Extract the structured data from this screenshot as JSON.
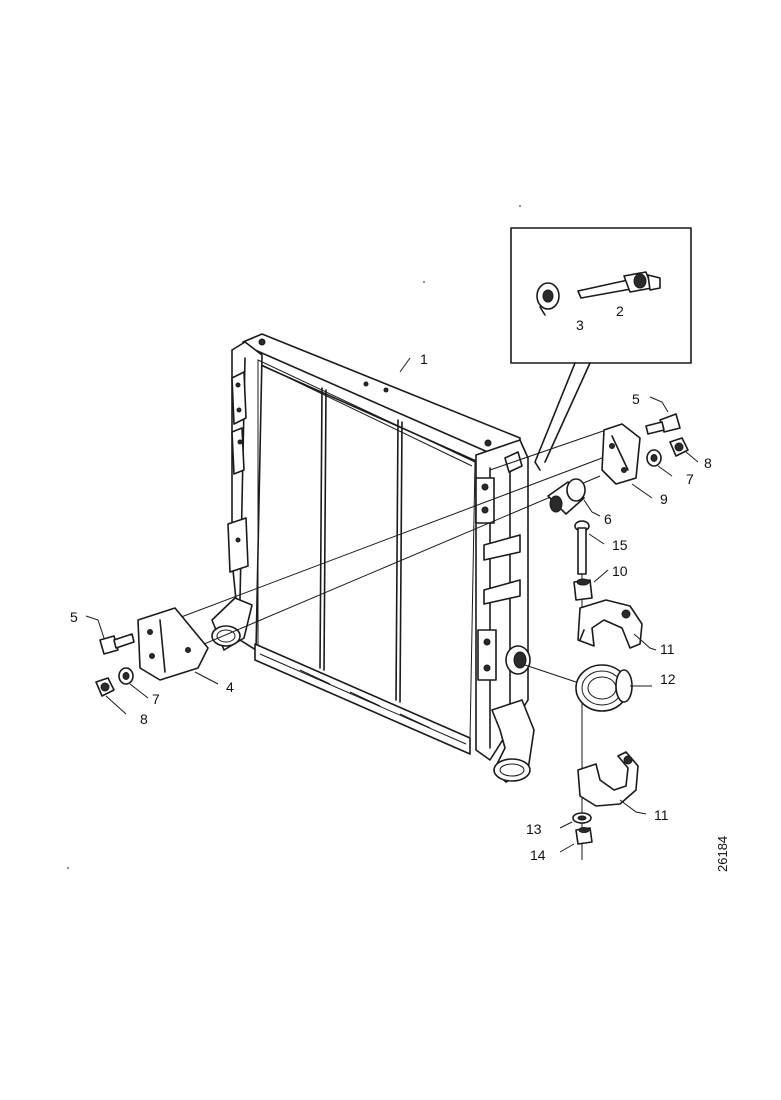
{
  "drawing_number": "26184",
  "callouts": [
    {
      "id": "c1",
      "text": "1"
    },
    {
      "id": "c2",
      "text": "2"
    },
    {
      "id": "c3",
      "text": "3"
    },
    {
      "id": "c4",
      "text": "4"
    },
    {
      "id": "c5a",
      "text": "5"
    },
    {
      "id": "c5b",
      "text": "5"
    },
    {
      "id": "c6",
      "text": "6"
    },
    {
      "id": "c7a",
      "text": "7"
    },
    {
      "id": "c7b",
      "text": "7"
    },
    {
      "id": "c8a",
      "text": "8"
    },
    {
      "id": "c8b",
      "text": "8"
    },
    {
      "id": "c9",
      "text": "9"
    },
    {
      "id": "c10",
      "text": "10"
    },
    {
      "id": "c11a",
      "text": "11"
    },
    {
      "id": "c11b",
      "text": "11"
    },
    {
      "id": "c12",
      "text": "12"
    },
    {
      "id": "c13",
      "text": "13"
    },
    {
      "id": "c14",
      "text": "14"
    },
    {
      "id": "c15",
      "text": "15"
    }
  ]
}
